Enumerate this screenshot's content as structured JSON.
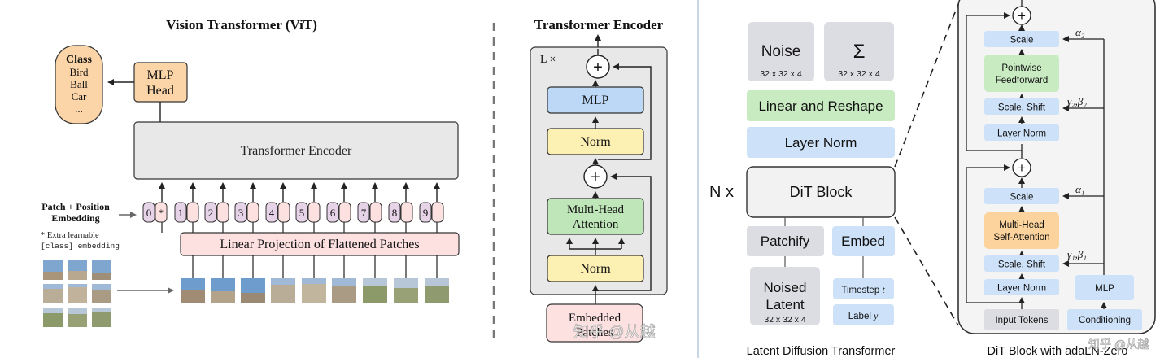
{
  "vit": {
    "title": "Vision Transformer (ViT)",
    "class_box": {
      "title": "Class",
      "items": [
        "Bird",
        "Ball",
        "Car",
        "..."
      ]
    },
    "mlp_head": [
      "MLP",
      "Head"
    ],
    "encoder": "Transformer Encoder",
    "patch_label": [
      "Patch + Position",
      "Embedding"
    ],
    "extra_note": [
      "* Extra learnable",
      "[class] embedding"
    ],
    "tokens": [
      "0",
      "1",
      "2",
      "3",
      "4",
      "5",
      "6",
      "7",
      "8",
      "9"
    ],
    "star": "*",
    "linear_projection": "Linear Projection of Flattened Patches"
  },
  "encoder_detail": {
    "title": "Transformer Encoder",
    "repeat": "L ×",
    "mlp": "MLP",
    "norm_top": "Norm",
    "mha": [
      "Multi-Head",
      "Attention"
    ],
    "norm_bottom": "Norm",
    "embedded": [
      "Embedded",
      "Patches"
    ],
    "plus": "+"
  },
  "dit": {
    "noise": "Noise",
    "noise_dim": "32 x 32 x 4",
    "sigma": "Σ",
    "sigma_dim": "32 x 32 x 4",
    "linear_reshape": "Linear and Reshape",
    "layer_norm": "Layer Norm",
    "repeat": "N x",
    "dit_block": "DiT Block",
    "patchify": "Patchify",
    "embed": "Embed",
    "noised_latent": [
      "Noised",
      "Latent"
    ],
    "latent_dim": "32 x 32 x 4",
    "timestep": "Timestep",
    "timestep_var": "t",
    "label": "Label",
    "label_var": "y",
    "caption": "Latent Diffusion Transformer"
  },
  "adaln": {
    "scale_top": "Scale",
    "alpha2": "α₂",
    "pointwise": [
      "Pointwise",
      "Feedforward"
    ],
    "scale_shift_top": "Scale, Shift",
    "gamma2_beta2": "γ₂,β₂",
    "layer_norm_top": "Layer Norm",
    "scale_mid": "Scale",
    "alpha1": "α₁",
    "mhsa": [
      "Multi-Head",
      "Self-Attention"
    ],
    "scale_shift_bottom": "Scale, Shift",
    "gamma1_beta1": "γ₁,β₁",
    "layer_norm_bottom": "Layer Norm",
    "mlp": "MLP",
    "input_tokens": "Input Tokens",
    "conditioning": "Conditioning",
    "plus": "+",
    "caption": "DiT Block with adaLN-Zero"
  },
  "watermarks": [
    "知乎 @从越",
    "知乎 @从越"
  ],
  "colors": {
    "orange": "#fbd5a8",
    "pink": "#fde1e1",
    "grey_box": "#e8e8e8",
    "blue": "#bcd8f6",
    "green": "#bfe6b9",
    "yellow": "#fdf0b3",
    "dit_grey": "#dcdce3",
    "dit_blue": "#cde1f8",
    "dit_green": "#c8ebc1",
    "dit_orange": "#fcd39c"
  }
}
